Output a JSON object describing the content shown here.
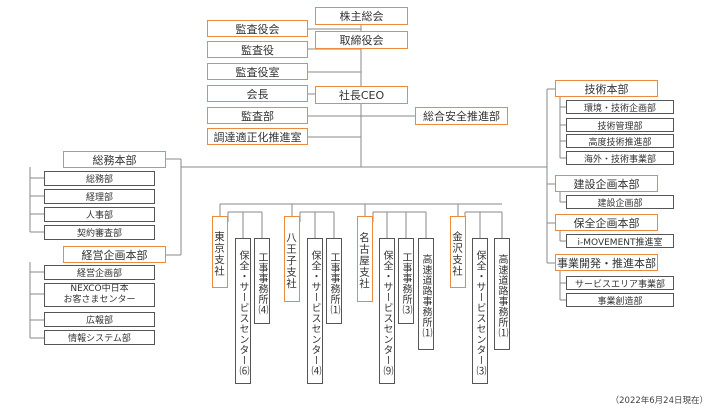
{
  "top": {
    "shareholders": "株主総会",
    "board": "取締役会",
    "ceo": "社長CEO",
    "safety": "総合安全推進部"
  },
  "left_staff": [
    "監査役会",
    "監査役",
    "監査役室",
    "会長",
    "監査部",
    "調達適正化推進室"
  ],
  "general_affairs": {
    "title": "総務本部",
    "items": [
      "総務部",
      "経理部",
      "人事部",
      "契約審査部"
    ]
  },
  "management_planning": {
    "title": "経営企画本部",
    "items": [
      "経営企画部",
      "NEXCO中日本",
      "お客さまセンター",
      "広報部",
      "情報システム部"
    ]
  },
  "branches": [
    {
      "name": "東京支社",
      "offices": [
        "保全・サービスセンター⑹",
        "工事事務所⑷"
      ]
    },
    {
      "name": "八王子支社",
      "offices": [
        "保全・サービスセンター⑷",
        "工事事務所⑴"
      ]
    },
    {
      "name": "名古屋支社",
      "offices": [
        "保全・サービスセンター⑼",
        "工事事務所⑶",
        "高速道路事務所⑴"
      ]
    },
    {
      "name": "金沢支社",
      "offices": [
        "保全・サービスセンター⑶",
        "高速道路事務所⑴"
      ]
    }
  ],
  "technology": {
    "title": "技術本部",
    "items": [
      "環境・技術企画部",
      "技術管理部",
      "高度技術推進部",
      "海外・技術事業部"
    ]
  },
  "construction_planning": {
    "title": "建設企画本部",
    "items": [
      "建設企画部"
    ]
  },
  "maintenance_planning": {
    "title": "保全企画本部",
    "items": [
      "i-MOVEMENT推進室"
    ]
  },
  "business_development": {
    "title": "事業開発・推進本部",
    "items": [
      "サービスエリア事業部",
      "事業創造部"
    ]
  },
  "date": "（2022年6月24日現在）"
}
